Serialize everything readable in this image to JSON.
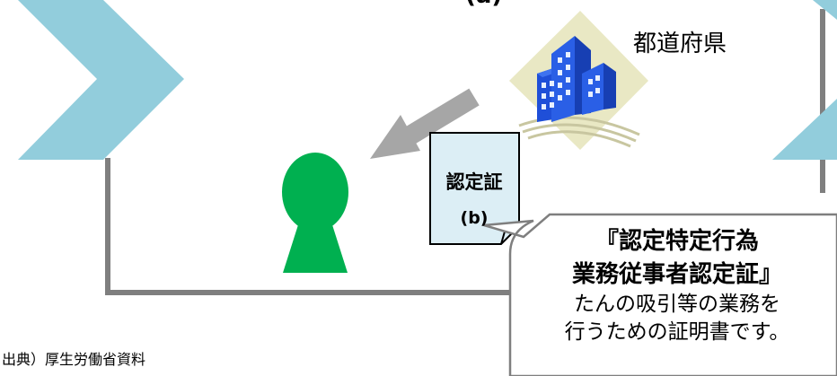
{
  "labels": {
    "prefecture": "都道府県",
    "top_partial": "(a)"
  },
  "certificate": {
    "title": "認定証",
    "code": "(b)"
  },
  "callout": {
    "title_line1": "『認定特定行為",
    "title_line2": "業務従事者認定証』",
    "desc_line1": "たんの吸引等の業務を",
    "desc_line2": "行うための証明書です。"
  },
  "source_note": "出典）厚生労働省資料",
  "colors": {
    "chevron": "#92CDDC",
    "frame": "#7F7F7F",
    "arrow": "#A6A6A6",
    "person": "#00B050",
    "certificate_fill": "#DCEEF5",
    "callout_border": "#7F7F7F",
    "building_blue": "#1F4FD8",
    "diamond": "#E9E8C4"
  },
  "icons": {
    "building": "office-building-icon",
    "person": "person-icon",
    "arrow": "arrow-left-down-icon",
    "document": "document-icon"
  }
}
